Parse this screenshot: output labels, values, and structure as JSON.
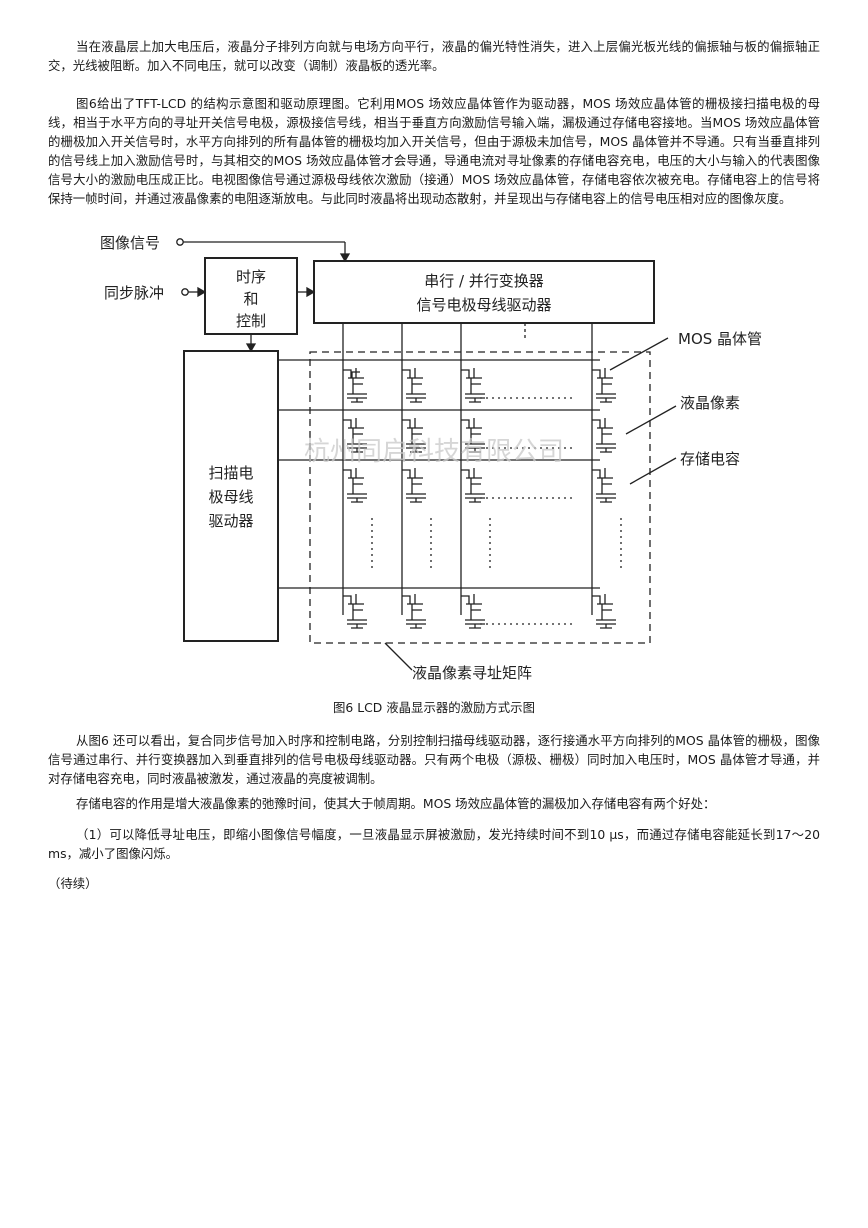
{
  "paragraphs": {
    "p1": "当在液晶层上加大电压后，液晶分子排列方向就与电场方向平行，液晶的偏光特性消失，进入上层偏光板光线的偏振轴与板的偏振轴正交，光线被阻断。加入不同电压，就可以改变（调制）液晶板的透光率。",
    "p2": "图6给出了TFT-LCD 的结构示意图和驱动原理图。它利用MOS 场效应晶体管作为驱动器，MOS 场效应晶体管的栅极接扫描电极的母线，相当于水平方向的寻址开关信号电极，源极接信号线，相当于垂直方向激励信号输入端，漏极通过存储电容接地。当MOS 场效应晶体管的栅极加入开关信号时，水平方向排列的所有晶体管的栅极均加入开关信号，但由于源极未加信号，MOS 晶体管并不导通。只有当垂直排列的信号线上加入激励信号时，与其相交的MOS 场效应晶体管才会导通，导通电流对寻址像素的存储电容充电，电压的大小与输入的代表图像信号大小的激励电压成正比。电视图像信号通过源极母线依次激励（接通）MOS 场效应晶体管，存储电容依次被充电。存储电容上的信号将保持一帧时间，并通过液晶像素的电阻逐渐放电。与此同时液晶将出现动态散射，并呈现出与存储电容上的信号电压相对应的图像灰度。",
    "p3": "从图6 还可以看出，复合同步信号加入时序和控制电路，分别控制扫描母线驱动器，逐行接通水平方向排列的MOS 晶体管的栅极，图像信号通过串行、并行变换器加入到垂直排列的信号电极母线驱动器。只有两个电极（源极、栅极）同时加入电压时，MOS 晶体管才导通，并对存储电容充电，同时液晶被激发，通过液晶的亮度被调制。",
    "p4": "存储电容的作用是增大液晶像素的弛豫时间，使其大于帧周期。MOS 场效应晶体管的漏极加入存储电容有两个好处：",
    "p5": "（1）可以降低寻址电压，即缩小图像信号幅度，一旦液晶显示屏被激励，发光持续时间不到10 μs，而通过存储电容能延长到17～20 ms，减小了图像闪烁。",
    "p6": "（待续）"
  },
  "figure": {
    "caption": "图6 LCD 液晶显示器的激励方式示图",
    "input_image": "图像信号",
    "input_sync": "同步脉冲",
    "timing_line1": "时序",
    "timing_line2": "和",
    "timing_line3": "控制",
    "data_driver_line1": "串行 / 并行变换器",
    "data_driver_line2": "信号电极母线驱动器",
    "scan_driver_line1": "扫描电",
    "scan_driver_line2": "极母线",
    "scan_driver_line3": "驱动器",
    "label_mos": "MOS 晶体管",
    "label_pixel": "液晶像素",
    "label_cap": "存储电容",
    "label_matrix": "液晶像素寻址矩阵",
    "watermark": "杭州同启科技有限公司"
  }
}
